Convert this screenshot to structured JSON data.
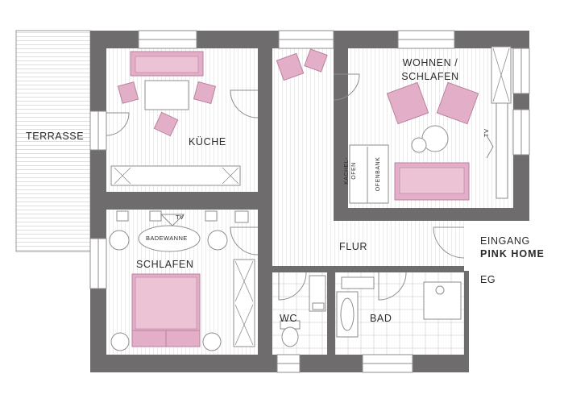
{
  "rooms": {
    "terrasse": "TERRASSE",
    "kueche": "KÜCHE",
    "wohnen_line1": "WOHNEN /",
    "wohnen_line2": "SCHLAFEN",
    "schlafen": "SCHLAFEN",
    "flur": "FLUR",
    "wc": "WC",
    "bad": "BAD"
  },
  "fixtures": {
    "badewanne": "BADEWANNE",
    "tv_bedroom": "TV",
    "tv_living": "TV",
    "kachelofen_line1": "KACHEL-",
    "kachelofen_line2": "OFEN",
    "ofenbank": "OFENBANK"
  },
  "legend": {
    "entrance": "EINGANG",
    "unit_name": "PINK HOME",
    "floor": "EG"
  },
  "colors": {
    "wall": "#6f6c6e",
    "accent_pink": "#e3afc8",
    "pink_stroke": "#b9819d",
    "line": "#8e8e8e",
    "floor_stripe": "#efefef"
  }
}
